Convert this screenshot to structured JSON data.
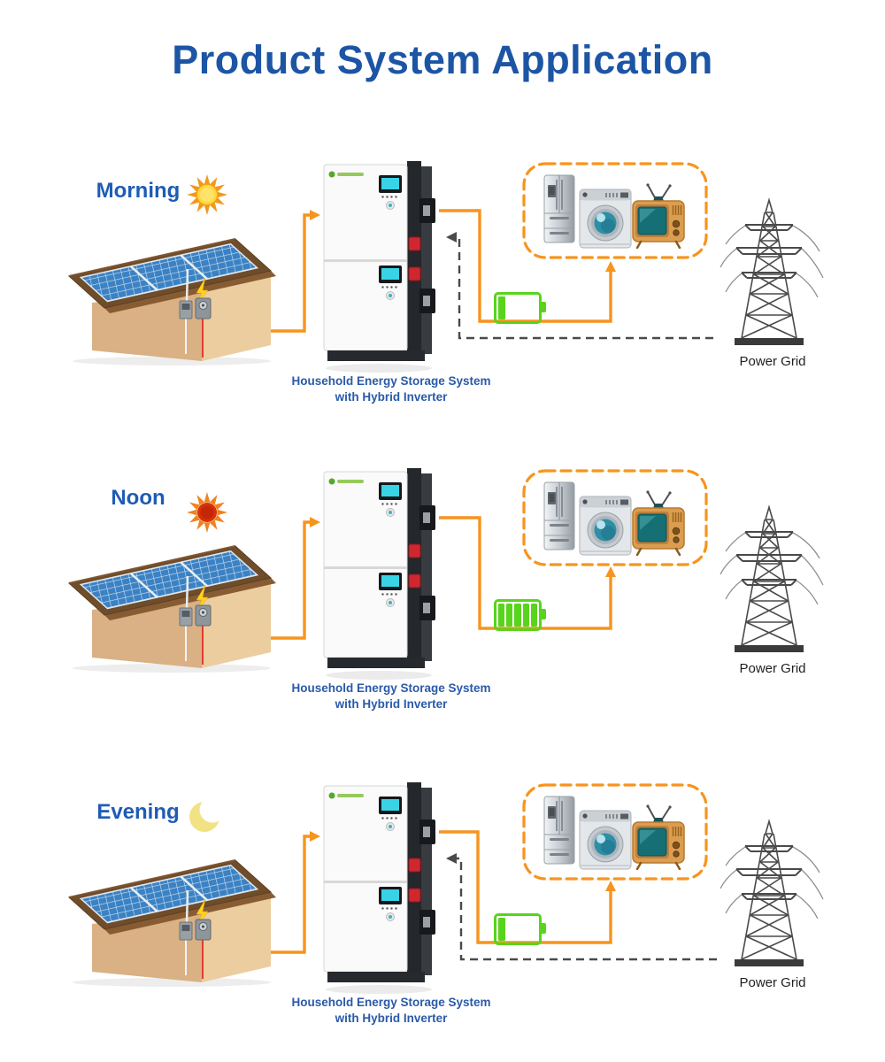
{
  "title": "Product System Application",
  "colors": {
    "title_blue": "#1d55a5",
    "label_blue": "#1e5cb5",
    "caption_blue": "#2a5aa8",
    "arrow_orange": "#f7941d",
    "grid_line_gray": "#4a4a4a",
    "battery_green": "#58d41d",
    "grid_label_dark": "#1f1f1f",
    "house_wall_tan": "#d9b184",
    "roof_brown": "#6f4c2a",
    "solar_panel_blue": "#3b82c4"
  },
  "rows": [
    {
      "id": "morning",
      "time_label": "Morning",
      "sky_icon": "sun-morning-icon",
      "battery_level": "low",
      "grid_dashed_feed": true,
      "caption_line1": "Household Energy Storage System",
      "caption_line2": "with Hybrid Inverter",
      "grid_label": "Power Grid"
    },
    {
      "id": "noon",
      "time_label": "Noon",
      "sky_icon": "sun-noon-icon",
      "battery_level": "full",
      "grid_dashed_feed": false,
      "caption_line1": "Household Energy Storage System",
      "caption_line2": "with Hybrid Inverter",
      "grid_label": "Power Grid"
    },
    {
      "id": "evening",
      "time_label": "Evening",
      "sky_icon": "moon-icon",
      "battery_level": "low",
      "grid_dashed_feed": true,
      "caption_line1": "Household Energy Storage System",
      "caption_line2": "with Hybrid Inverter",
      "grid_label": "Power Grid"
    }
  ]
}
